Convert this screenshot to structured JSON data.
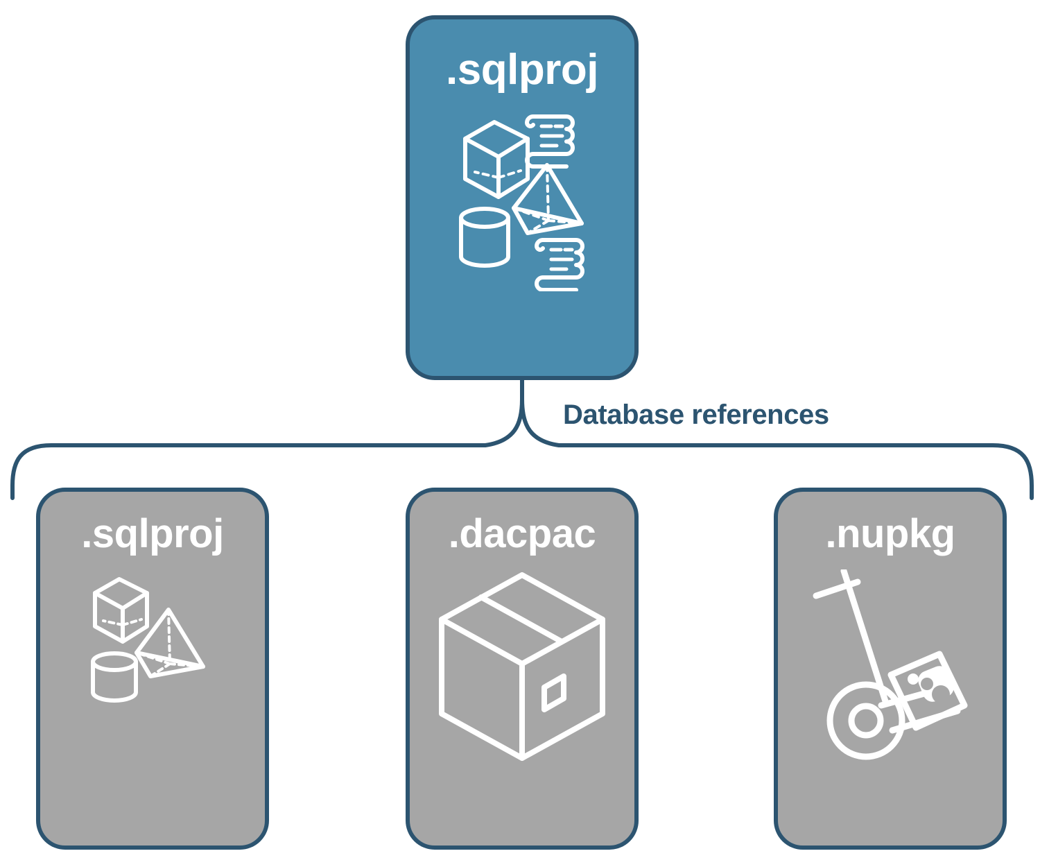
{
  "diagram": {
    "title_node": {
      "label": ".sqlproj",
      "role": "root-project",
      "background_color": "#4a8cae",
      "border_color": "#2c5470",
      "text_color": "#ffffff",
      "icons": [
        "cube-wireframe-icon",
        "pyramid-wireframe-icon",
        "cylinder-wireframe-icon",
        "scroll-script-icon",
        "scroll-script-icon"
      ]
    },
    "connector": {
      "label": "Database references",
      "style": "curly-brace",
      "color": "#2c5470"
    },
    "reference_nodes": [
      {
        "label": ".sqlproj",
        "background_color": "#a6a6a6",
        "border_color": "#2c5470",
        "text_color": "#ffffff",
        "icons": [
          "cube-wireframe-icon",
          "pyramid-wireframe-icon",
          "cylinder-wireframe-icon"
        ]
      },
      {
        "label": ".dacpac",
        "background_color": "#a6a6a6",
        "border_color": "#2c5470",
        "text_color": "#ffffff",
        "icons": [
          "shipping-box-icon"
        ]
      },
      {
        "label": ".nupkg",
        "background_color": "#a6a6a6",
        "border_color": "#2c5470",
        "text_color": "#ffffff",
        "icons": [
          "hand-truck-package-icon"
        ]
      }
    ]
  }
}
